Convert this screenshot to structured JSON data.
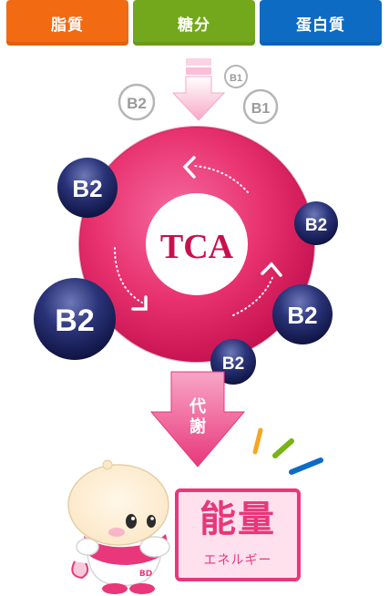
{
  "nutrients": {
    "lipid": "脂質",
    "sugar": "糖分",
    "protein": "蛋白質"
  },
  "cycle": {
    "center_label": "TCA"
  },
  "vitamins": {
    "small_b1": "B1",
    "b1": "B1",
    "b2": "B2"
  },
  "metabolism_arrow": {
    "label_line1": "代",
    "label_line2": "謝"
  },
  "energy": {
    "title": "能量",
    "subtitle": "エネルギー"
  },
  "mascot": {
    "badge": "BD"
  },
  "colors": {
    "lipid": "#f26a12",
    "sugar": "#73a81c",
    "protein": "#0d6bc4",
    "cycle": "#e01f63",
    "accent": "#e8377a"
  }
}
